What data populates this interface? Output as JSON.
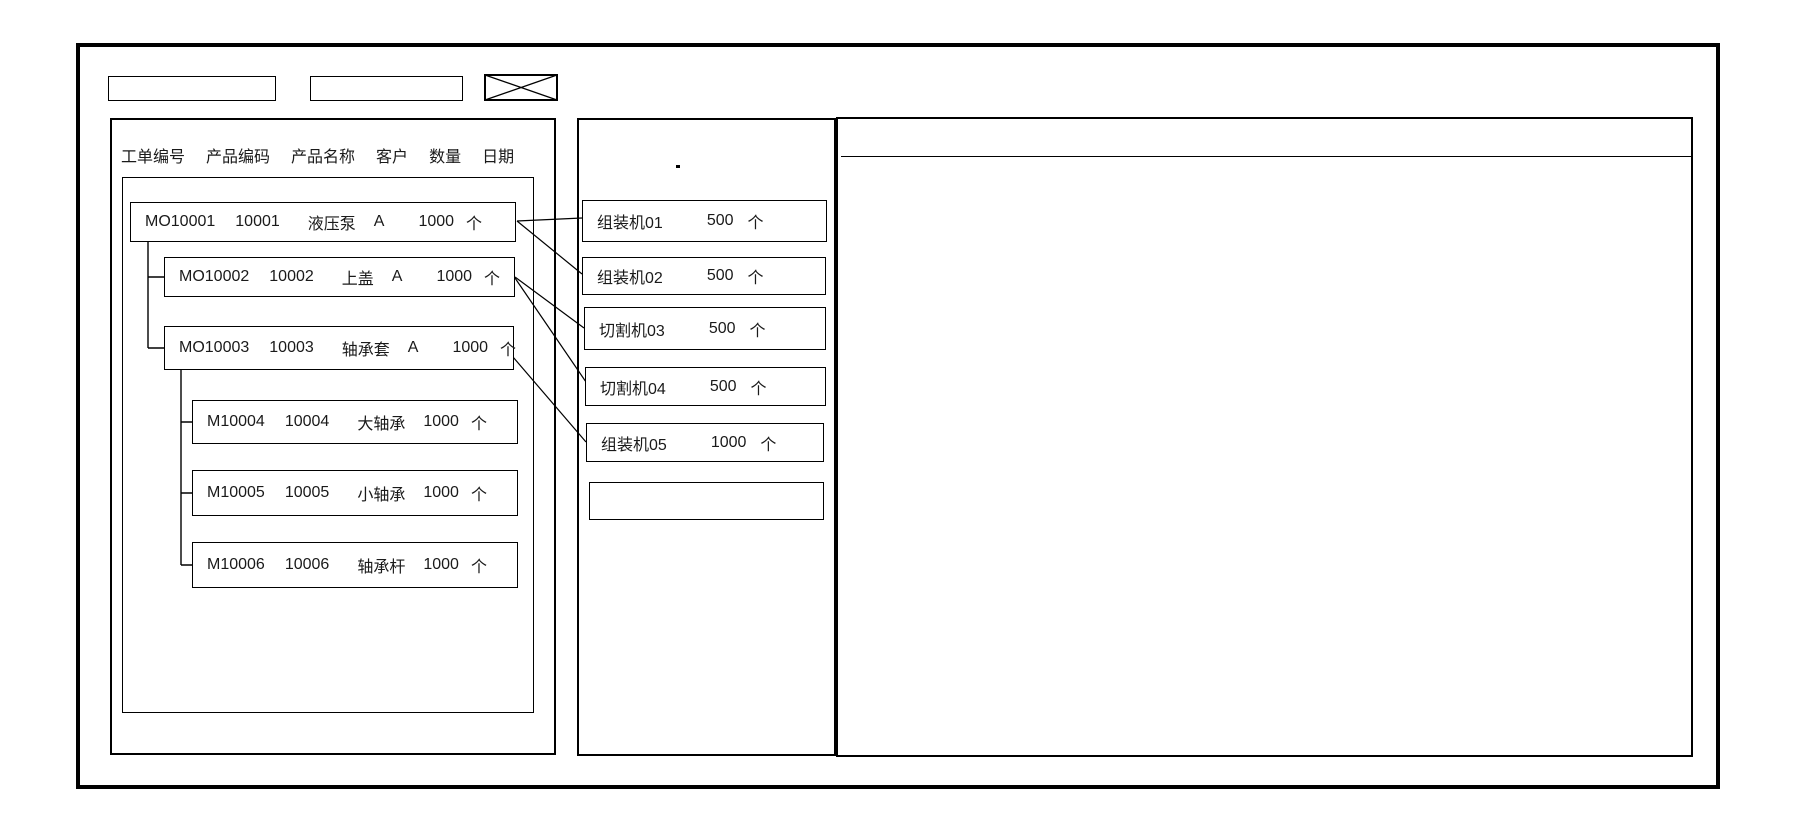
{
  "colors": {
    "background": "#ffffff",
    "border": "#000000",
    "text": "#1a1a1a"
  },
  "top_bar": {
    "field1_value": "",
    "field2_value": "",
    "icons": {
      "crossed_box": "crossed-rectangle-placeholder"
    }
  },
  "left_panel": {
    "header": {
      "columns": [
        "工单编号",
        "产品编码",
        "产品名称",
        "客户",
        "数量",
        "日期"
      ]
    },
    "orders": [
      {
        "level": 0,
        "order_no": "MO10001",
        "product_code": "10001",
        "product_name": "液压泵",
        "customer": "A",
        "qty": "1000",
        "unit": "个"
      },
      {
        "level": 1,
        "order_no": "MO10002",
        "product_code": "10002",
        "product_name": "上盖",
        "customer": "A",
        "qty": "1000",
        "unit": "个"
      },
      {
        "level": 1,
        "order_no": "MO10003",
        "product_code": "10003",
        "product_name": "轴承套",
        "customer": "A",
        "qty": "1000",
        "unit": "个"
      },
      {
        "level": 2,
        "order_no": "M10004",
        "product_code": "10004",
        "product_name": "大轴承",
        "customer": "",
        "qty": "1000",
        "unit": "个"
      },
      {
        "level": 2,
        "order_no": "M10005",
        "product_code": "10005",
        "product_name": "小轴承",
        "customer": "",
        "qty": "1000",
        "unit": "个"
      },
      {
        "level": 2,
        "order_no": "M10006",
        "product_code": "10006",
        "product_name": "轴承杆",
        "customer": "",
        "qty": "1000",
        "unit": "个"
      }
    ]
  },
  "machine_panel": {
    "machines": [
      {
        "name": "组装机01",
        "qty": "500",
        "unit": "个"
      },
      {
        "name": "组装机02",
        "qty": "500",
        "unit": "个"
      },
      {
        "name": "切割机03",
        "qty": "500",
        "unit": "个"
      },
      {
        "name": "切割机04",
        "qty": "500",
        "unit": "个"
      },
      {
        "name": "组装机05",
        "qty": "1000",
        "unit": "个"
      },
      {
        "name": "",
        "qty": "",
        "unit": ""
      }
    ]
  },
  "connections": [
    {
      "from": "MO10001",
      "to": "组装机01"
    },
    {
      "from": "MO10001",
      "to": "组装机02"
    },
    {
      "from": "MO10002",
      "to": "切割机03"
    },
    {
      "from": "MO10002",
      "to": "切割机04"
    },
    {
      "from": "MO10003",
      "to": "组装机05"
    }
  ],
  "detail_panel": {
    "content": ""
  }
}
